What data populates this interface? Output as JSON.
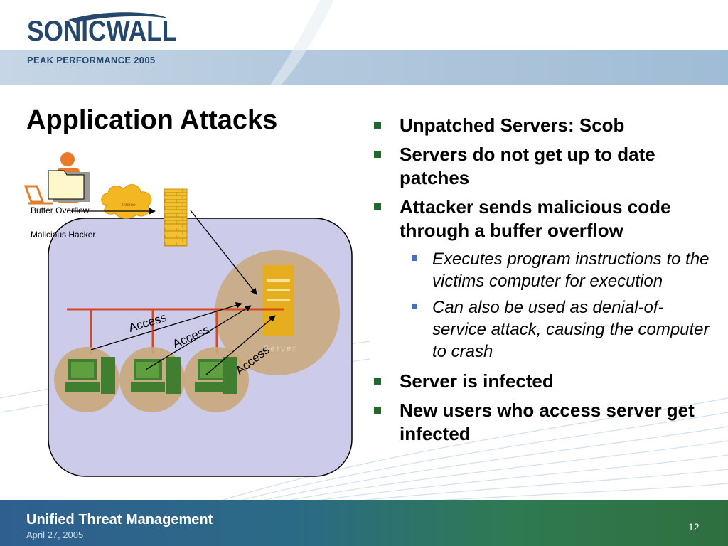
{
  "header": {
    "logo_text": "SONICWALL",
    "tagline": "PEAK PERFORMANCE 2005"
  },
  "slide": {
    "title": "Application Attacks"
  },
  "diagram": {
    "labels": {
      "buffer_overflow": "Buffer Overflow",
      "malicious_hacker": "Malicious Hacker",
      "internet": "Internet",
      "server": "Server",
      "access_1": "Access",
      "access_2": "Access",
      "access_3": "Access"
    }
  },
  "bullets": [
    {
      "text": "Unpatched Servers: Scob"
    },
    {
      "text": "Servers do not get up to date patches"
    },
    {
      "text": "Attacker sends malicious code through a buffer overflow",
      "sub": [
        "Executes program instructions to the victims computer for execution",
        "Can also be used as denial-of-service attack, causing the computer to crash"
      ]
    },
    {
      "text": "Server is infected"
    },
    {
      "text": "New users who access server get infected"
    }
  ],
  "footer": {
    "title": "Unified Threat Management",
    "date": "April 27, 2005",
    "page": "12"
  },
  "colors": {
    "brand_navy": "#24476b",
    "bullet_green": "#1f6a2a",
    "sub_bullet_blue": "#4a6fbf",
    "network_red": "#d9461f",
    "server_gold": "#e6ae1e",
    "pc_green": "#3f7f2f"
  }
}
